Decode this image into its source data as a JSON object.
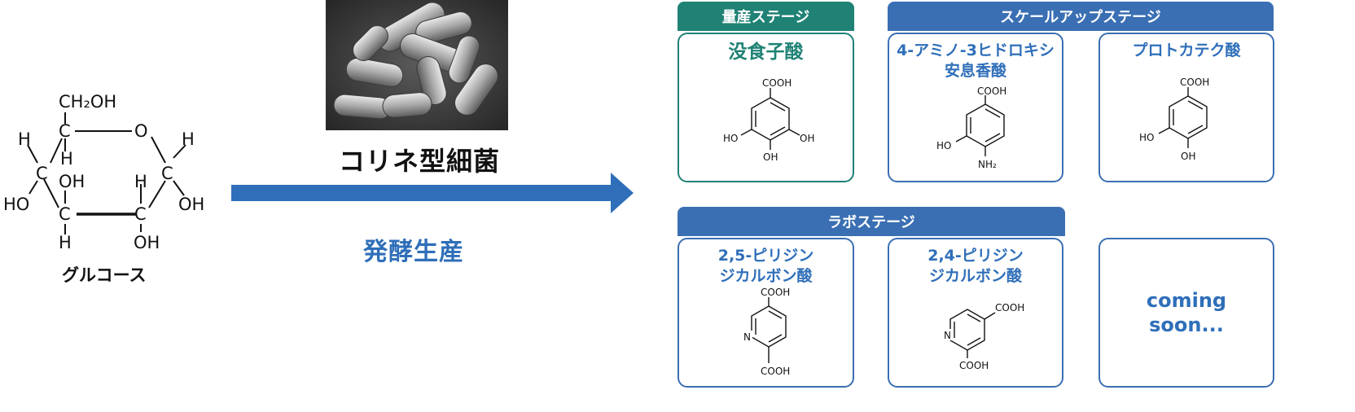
{
  "glucose": {
    "name": "グルコース",
    "atoms": {
      "ch2oh": "CH₂OH",
      "c": "C",
      "o": "O",
      "h": "H",
      "ho": "HO",
      "oh": "OH"
    }
  },
  "bacterium": {
    "name": "コリネ型細菌"
  },
  "process": {
    "label": "発酵生産"
  },
  "stages": {
    "mass": {
      "label": "量産ステージ",
      "color": "#1f8275"
    },
    "scaleup": {
      "label": "スケールアップステージ",
      "color": "#3a6fb3"
    },
    "lab": {
      "label": "ラボステージ",
      "color": "#3a6fb3"
    }
  },
  "compounds": {
    "gallic": {
      "name": "没食子酸",
      "substituents": [
        "COOH",
        "HO",
        "OH",
        "OH"
      ]
    },
    "amino_hba": {
      "name_lines": [
        "4-アミノ-3ヒドロキシ",
        "安息香酸"
      ],
      "substituents": [
        "COOH",
        "HO",
        "NH₂"
      ]
    },
    "protocatechuic": {
      "name": "プロトカテク酸",
      "substituents": [
        "COOH",
        "HO",
        "OH"
      ]
    },
    "pdc25": {
      "name_lines": [
        "2,5-ピリジン",
        "ジカルボン酸"
      ],
      "substituents": [
        "COOH",
        "N",
        "COOH"
      ]
    },
    "pdc24": {
      "name_lines": [
        "2,4-ピリジン",
        "ジカルボン酸"
      ],
      "substituents": [
        "COOH",
        "N",
        "COOH"
      ]
    }
  },
  "coming_soon": {
    "lines": [
      "coming",
      "soon..."
    ]
  },
  "colors": {
    "blue": "#3a6fb3",
    "teal": "#1f8275",
    "arrow": "#2f6fb9"
  }
}
